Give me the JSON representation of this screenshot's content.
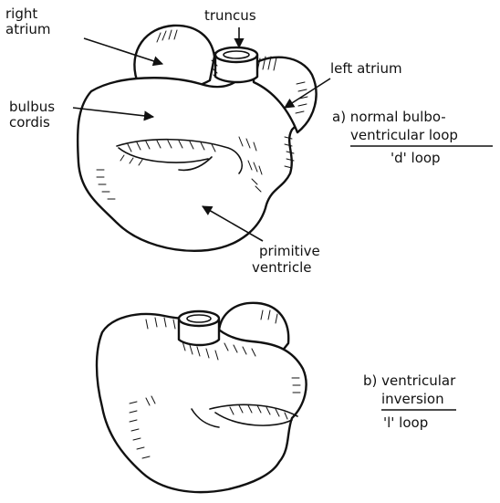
{
  "diagram_a": {
    "labels": {
      "right_atrium": [
        "right",
        "atrium"
      ],
      "truncus": "truncus",
      "left_atrium": "left atrium",
      "bulbus_cordis": [
        "bulbus",
        "cordis"
      ],
      "primitive_ventricle": [
        "primitive",
        "ventricle"
      ]
    },
    "caption": {
      "line1": "a) normal bulbo-",
      "line2": "ventricular loop",
      "line3": "'d' loop"
    }
  },
  "diagram_b": {
    "caption": {
      "line1": "b) ventricular",
      "line2": "inversion",
      "line3": "'l' loop"
    }
  },
  "colors": {
    "ink": "#111111",
    "paper": "#ffffff"
  }
}
